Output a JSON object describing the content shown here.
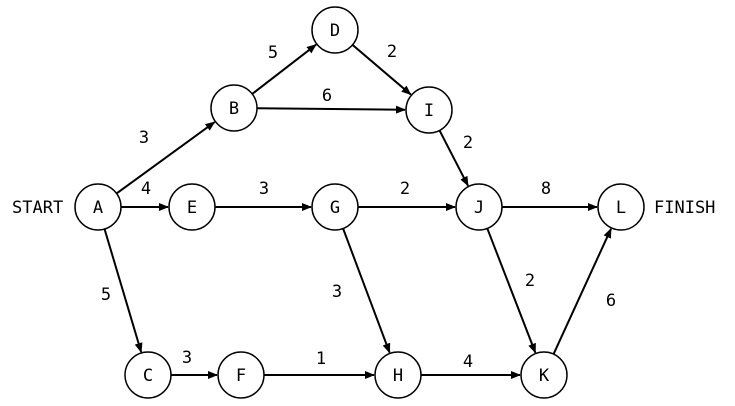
{
  "start_label": "START",
  "finish_label": "FINISH",
  "nodes": [
    {
      "id": "A",
      "label": "A"
    },
    {
      "id": "B",
      "label": "B"
    },
    {
      "id": "C",
      "label": "C"
    },
    {
      "id": "D",
      "label": "D"
    },
    {
      "id": "E",
      "label": "E"
    },
    {
      "id": "F",
      "label": "F"
    },
    {
      "id": "G",
      "label": "G"
    },
    {
      "id": "H",
      "label": "H"
    },
    {
      "id": "I",
      "label": "I"
    },
    {
      "id": "J",
      "label": "J"
    },
    {
      "id": "K",
      "label": "K"
    },
    {
      "id": "L",
      "label": "L"
    }
  ],
  "edges": [
    {
      "from": "A",
      "to": "B",
      "weight": "3"
    },
    {
      "from": "A",
      "to": "E",
      "weight": "4"
    },
    {
      "from": "A",
      "to": "C",
      "weight": "5"
    },
    {
      "from": "B",
      "to": "D",
      "weight": "5"
    },
    {
      "from": "B",
      "to": "I",
      "weight": "6"
    },
    {
      "from": "D",
      "to": "I",
      "weight": "2"
    },
    {
      "from": "I",
      "to": "J",
      "weight": "2"
    },
    {
      "from": "E",
      "to": "G",
      "weight": "3"
    },
    {
      "from": "G",
      "to": "J",
      "weight": "2"
    },
    {
      "from": "G",
      "to": "H",
      "weight": "3"
    },
    {
      "from": "J",
      "to": "L",
      "weight": "8"
    },
    {
      "from": "J",
      "to": "K",
      "weight": "2"
    },
    {
      "from": "C",
      "to": "F",
      "weight": "3"
    },
    {
      "from": "F",
      "to": "H",
      "weight": "1"
    },
    {
      "from": "H",
      "to": "K",
      "weight": "4"
    },
    {
      "from": "K",
      "to": "L",
      "weight": "6"
    }
  ],
  "colors": {
    "stroke": "#000000",
    "node_fill": "#ffffff",
    "background": "#ffffff"
  }
}
